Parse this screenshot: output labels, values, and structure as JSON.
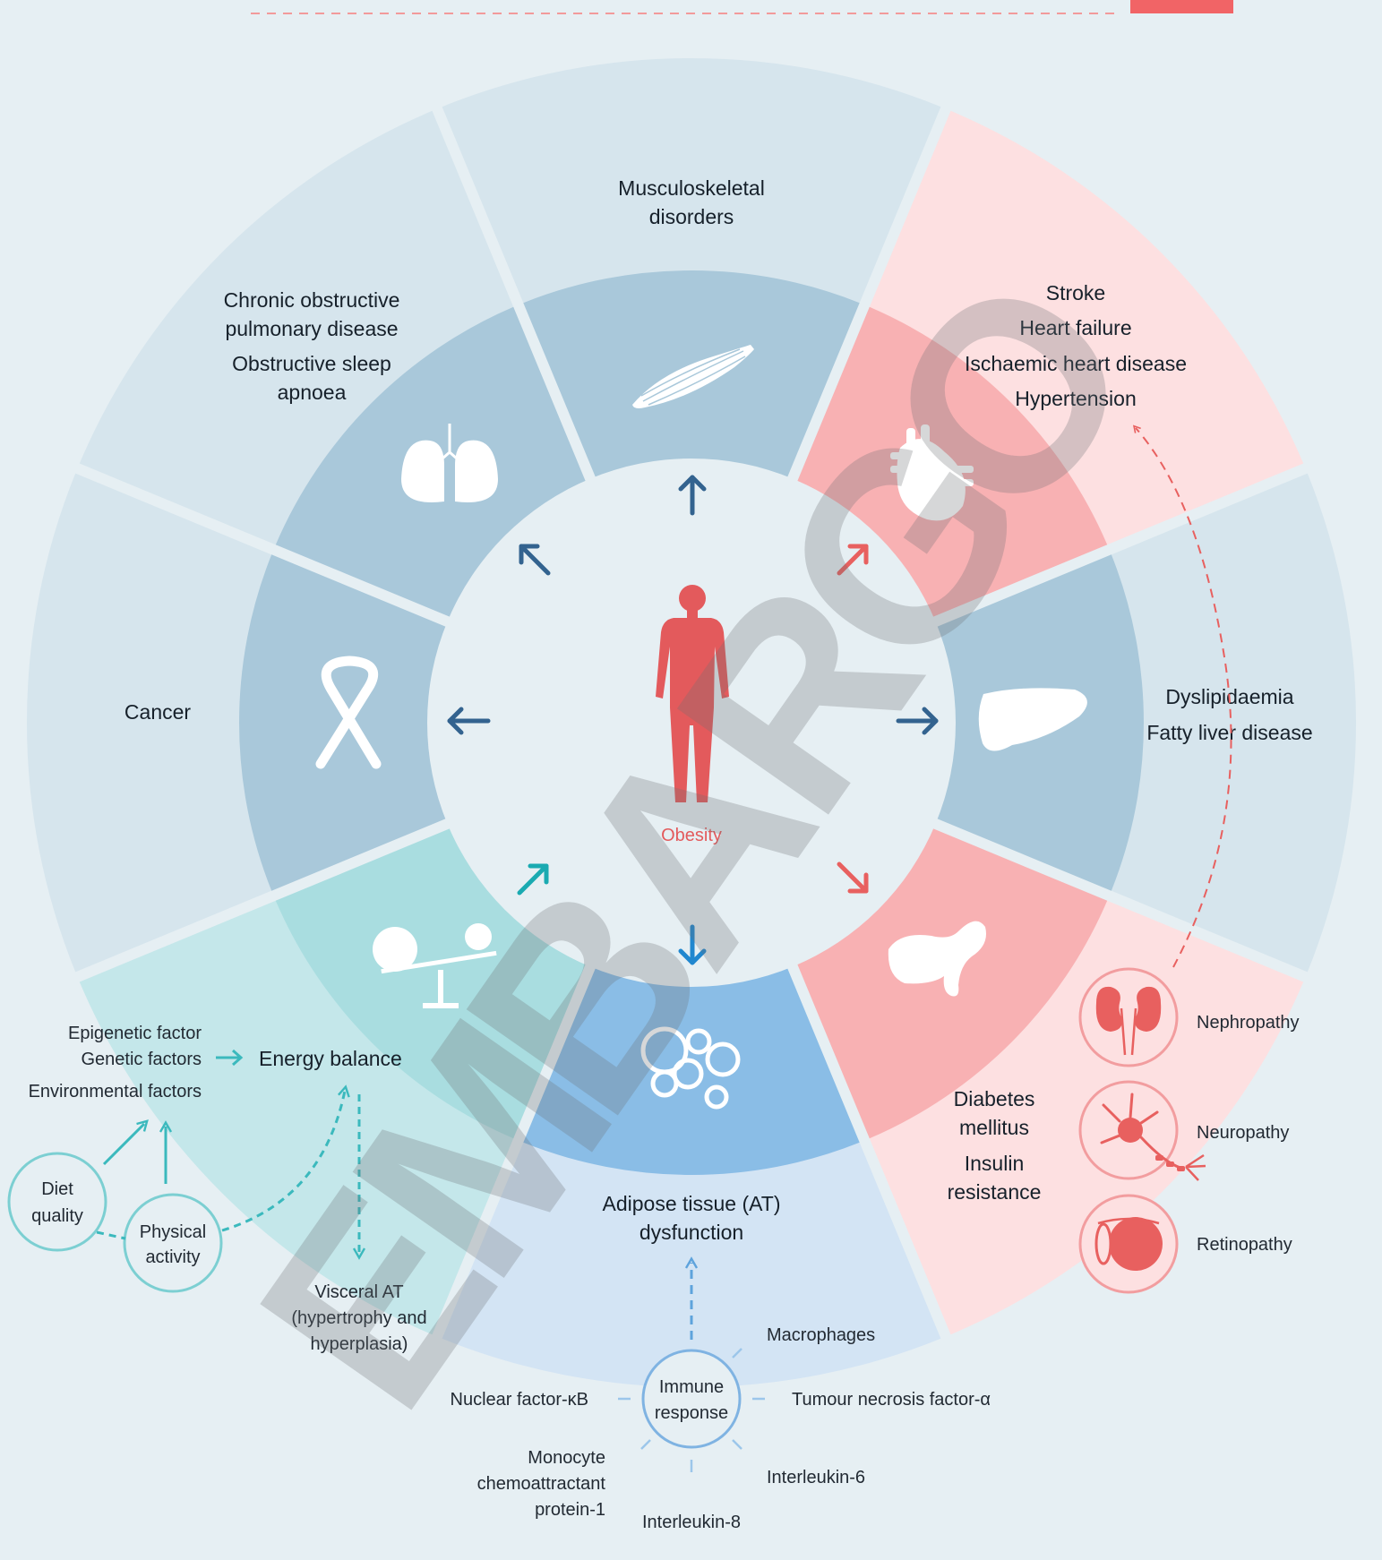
{
  "diagram": {
    "center_label": "Obesity",
    "segments": {
      "musculoskeletal": [
        "Musculoskeletal",
        "disorders"
      ],
      "respiratory": [
        "Chronic obstructive",
        "pulmonary disease",
        "Obstructive sleep",
        "apnoea"
      ],
      "cancer": [
        "Cancer"
      ],
      "cardiovascular": [
        "Stroke",
        "Heart failure",
        "Ischaemic heart disease",
        "Hypertension"
      ],
      "liver": [
        "Dyslipidaemia",
        "Fatty liver disease"
      ],
      "diabetes": [
        "Diabetes",
        "mellitus",
        "Insulin",
        "resistance"
      ],
      "adipose": [
        "Adipose tissue (AT)",
        "dysfunction"
      ]
    },
    "complications": [
      "Nephropathy",
      "Neuropathy",
      "Retinopathy"
    ],
    "energy": {
      "title": "Energy balance",
      "factors": [
        "Epigenetic factor",
        "Genetic factors",
        "Environmental factors"
      ],
      "diet": [
        "Diet",
        "quality"
      ],
      "activity": [
        "Physical",
        "activity"
      ],
      "visceral": [
        "Visceral AT",
        "(hypertrophy and",
        "hyperplasia)"
      ]
    },
    "immune": {
      "center": [
        "Immune",
        "response"
      ],
      "items": [
        "Macrophages",
        "Tumour necrosis factor-α",
        "Interleukin-6",
        "Interleukin-8",
        "Nuclear factor-κB"
      ],
      "mcp": [
        "Monocyte",
        "chemoattractant",
        "protein-1"
      ]
    },
    "watermark": "EMBARGO",
    "colors": {
      "background": "#e6eff3",
      "outer_blue": "#d6e5ed",
      "inner_blue": "#a9c8da",
      "outer_pink": "#fde0e1",
      "inner_pink": "#f8b1b3",
      "outer_teal": "#c4e7ea",
      "inner_teal": "#a9dde0",
      "outer_adipose": "#d3e4f4",
      "inner_adipose": "#8abde6",
      "arrow_blue": "#33638f",
      "arrow_red": "#e8605f",
      "arrow_teal": "#1aaab1",
      "arrow_adipose": "#2087cf",
      "red": "#e35a5c",
      "teal": "#3bb9bd",
      "immune_blue": "#5ea3dc"
    }
  }
}
